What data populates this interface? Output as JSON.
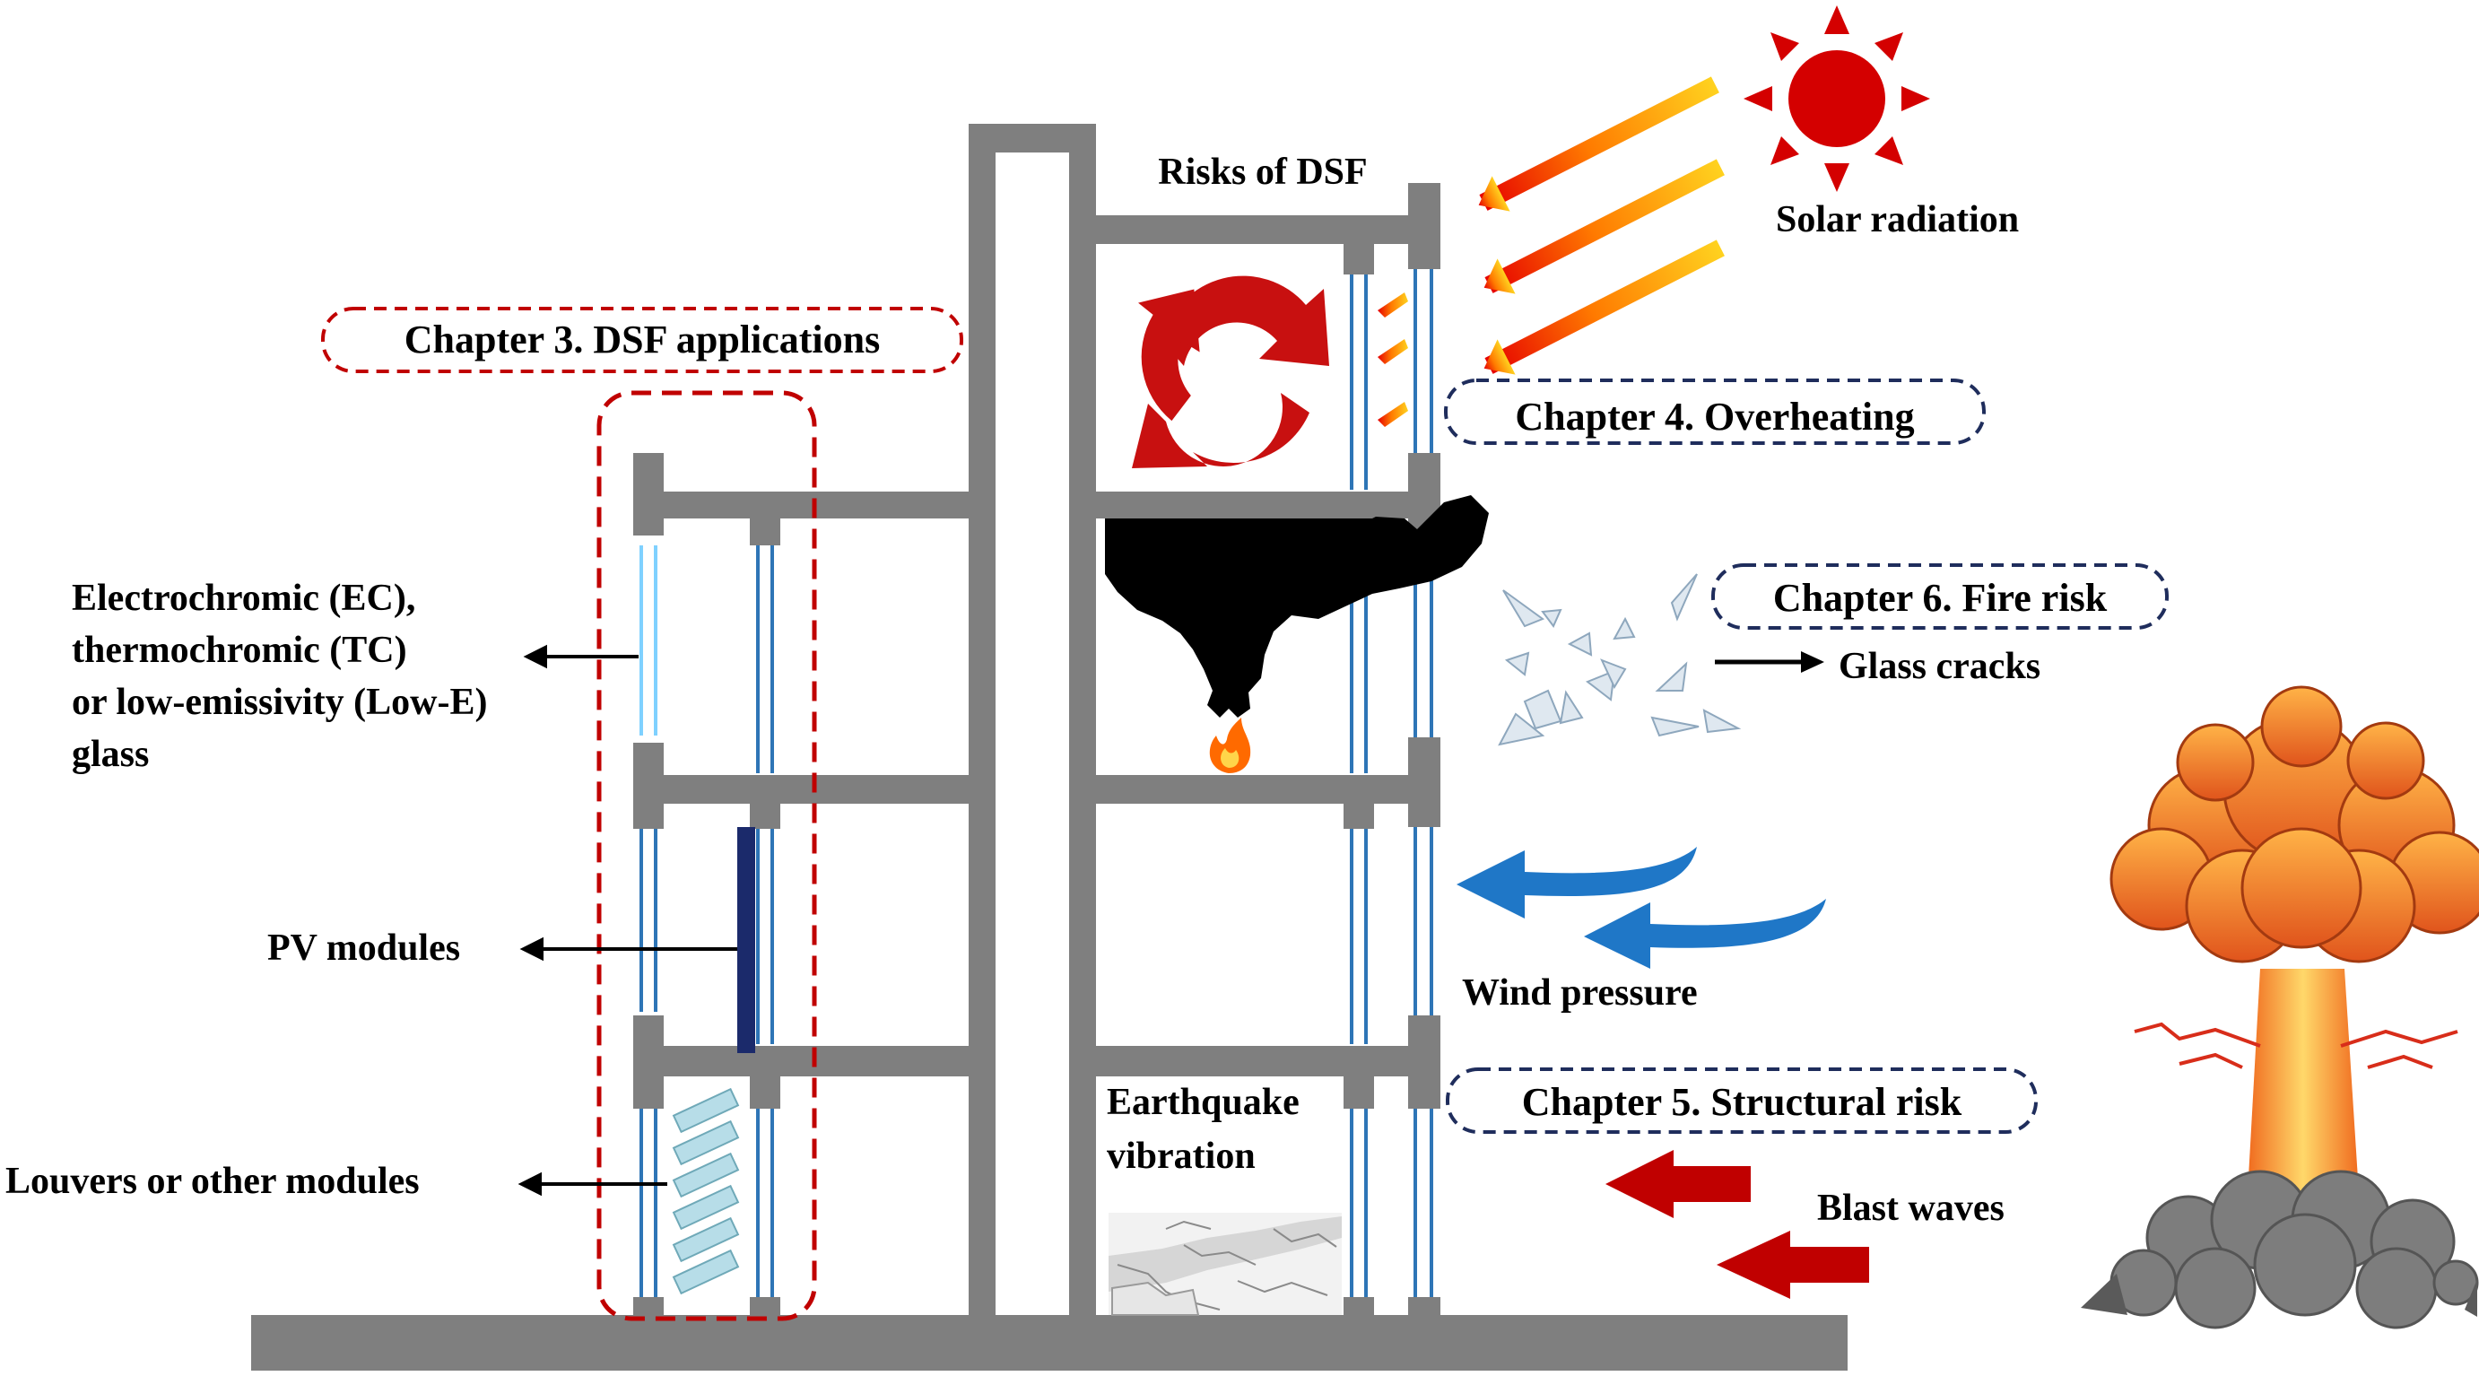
{
  "header": {
    "risks_title": "Risks of DSF"
  },
  "chapters": {
    "applications": "Chapter 3. DSF applications",
    "overheating": "Chapter 4. Overheating",
    "fire": "Chapter 6. Fire risk",
    "structural": "Chapter 5. Structural risk"
  },
  "left_labels": {
    "glass_line1": "Electrochromic (EC),",
    "glass_line2": "thermochromic (TC)",
    "glass_line3": "or low-emissivity (Low-E)",
    "glass_line4": "glass",
    "pv": "PV modules",
    "louvers": "Louvers or other modules"
  },
  "hazards": {
    "solar": "Solar radiation",
    "glass_cracks": "Glass cracks",
    "wind": "Wind pressure",
    "earthquake_line1": "Earthquake",
    "earthquake_line2": "vibration",
    "blast": "Blast waves"
  },
  "colors": {
    "structure": "#7f7f7f",
    "red_dashed": "#c00000",
    "navy_dashed": "#1f2d5c",
    "glass_blue": "#2e75b6",
    "wind_blue": "#1f77c7",
    "blast_red": "#c00000",
    "sun_red": "#d40000"
  }
}
